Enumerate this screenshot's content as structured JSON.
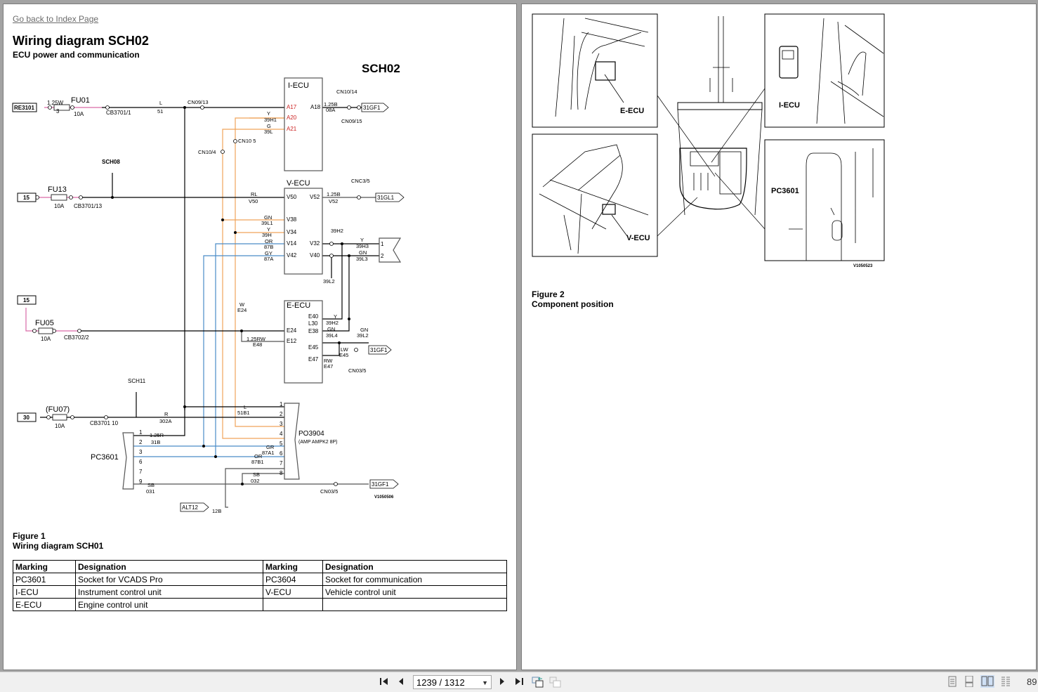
{
  "left_page": {
    "back_link": "Go back to Index Page",
    "title": "Wiring diagram SCH02",
    "subtitle": "ECU power and communication",
    "diagram": {
      "code": "SCH02",
      "components": {
        "iecu": {
          "name": "I-ECU",
          "pins_left": [
            "A17",
            "A20",
            "A21"
          ],
          "pin_right": "A18"
        },
        "vecu": {
          "name": "V-ECU",
          "pins_left": [
            "V50",
            "V38",
            "V34",
            "V14",
            "V42"
          ],
          "pins_right": [
            "V52",
            "V32",
            "V40"
          ]
        },
        "eecu": {
          "name": "E-ECU",
          "pins_left": [
            "E24",
            "E12"
          ],
          "pins_right": [
            "E40",
            "L30",
            "E38",
            "E45",
            "E47"
          ]
        },
        "pc3601": {
          "name": "PC3601",
          "pins": [
            "1",
            "2",
            "3",
            "6",
            "7",
            "9"
          ]
        },
        "po3904": {
          "name": "PO3904",
          "desc": "(AMP AMPK2 8P)",
          "pins": [
            "1",
            "2",
            "3",
            "4",
            "5",
            "6",
            "7",
            "8"
          ]
        },
        "conn12": {
          "pins": [
            "1",
            "2"
          ]
        }
      },
      "sources": {
        "re3101": "RE3101",
        "src15a": "15",
        "src15b": "15",
        "src30": "30",
        "alt": "ALT12"
      },
      "fuses": {
        "fu01": {
          "name": "FU01",
          "rating": "10A",
          "cb": "CB3701/1",
          "wire": "1.25W",
          "wire_no": "3"
        },
        "fu13": {
          "name": "FU13",
          "rating": "10A",
          "cb": "CB3701/13"
        },
        "fu05": {
          "name": "FU05",
          "rating": "10A",
          "cb": "CB3702/2"
        },
        "fu07": {
          "name": "(FU07)",
          "rating": "10A",
          "cb": "CB3701 10"
        }
      },
      "refs": {
        "sch08": "SCH08",
        "sch11": "SCH11"
      },
      "ground": "31GF1",
      "ground2": "31GL1",
      "labels": {
        "L": "L",
        "w51": "51",
        "cn0913": "CN09/13",
        "cn1014": "CN10/14",
        "cn0915": "CN09/15",
        "w125b": "1.25B",
        "w08a": "08A",
        "Y": "Y",
        "w39h1": "39H1",
        "G": "G",
        "w39l": "39L",
        "cn105": "CN10 5",
        "cn104": "CN10/4",
        "RL": "RL",
        "V50": "V50",
        "V52": "V52",
        "cnc35": "CNC3/5",
        "GN": "GN",
        "w39l1": "39L1",
        "w39h": "39H",
        "OR": "OR",
        "w87b": "87B",
        "GY": "GY",
        "w87a": "87A",
        "w39h2": "39H2",
        "w39h3": "39H3",
        "w39l3": "39L3",
        "w39l2": "39L2",
        "W": "W",
        "E24": "E24",
        "w125rw": "1.25RW",
        "E48": "E48",
        "w39h2b": "39H2",
        "GN2": "GN",
        "w39l4": "39L4",
        "w39l2b": "39L2",
        "LW": "LW",
        "E45": "E45",
        "RW": "RW",
        "E47": "E47",
        "cn035": "CN03/5",
        "R": "R",
        "w302a": "302A",
        "w51b1": "51B1",
        "w125r": "1.25R",
        "w31b": "31B",
        "GR": "GR",
        "w87a1": "87A1",
        "OR2": "OR",
        "w87b1": "87B1",
        "SB": "SB",
        "w032": "032",
        "w031": "031",
        "cn035b": "CN03/5",
        "w12b": "12B",
        "imgid": "V1050506"
      }
    },
    "figure1": {
      "number": "Figure 1",
      "caption": "Wiring diagram SCH01"
    },
    "table": {
      "headers": [
        "Marking",
        "Designation",
        "Marking",
        "Designation"
      ],
      "rows": [
        [
          "PC3601",
          "Socket for VCADS Pro",
          "PC3604",
          "Socket for communication"
        ],
        [
          "I-ECU",
          "Instrument control unit",
          "V-ECU",
          "Vehicle control unit"
        ],
        [
          "E-ECU",
          "Engine control unit",
          "",
          ""
        ]
      ]
    }
  },
  "right_page": {
    "callouts": {
      "eecu": "E-ECU",
      "iecu": "I-ECU",
      "vecu": "V-ECU",
      "pc3601": "PC3601"
    },
    "image_id": "V1050523",
    "figure2": {
      "number": "Figure 2",
      "caption": "Component position"
    }
  },
  "toolbar": {
    "first_page": "first-page",
    "prev_page": "prev-page",
    "page_indicator": "1239 / 1312",
    "next_page": "next-page",
    "last_page": "last-page",
    "zoom_value": "89"
  },
  "colors": {
    "power_wire": "#d96aa8",
    "orange_wire": "#f0a35a",
    "blue_wire": "#4a8cc8",
    "pin_red": "#cc2222"
  }
}
